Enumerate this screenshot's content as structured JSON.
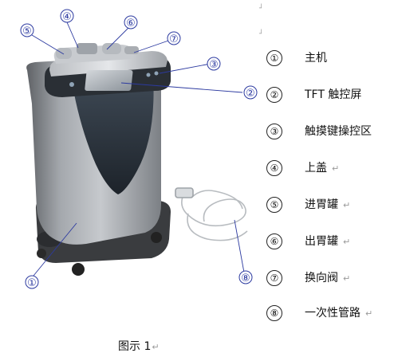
{
  "figure": {
    "callouts": [
      "①",
      "②",
      "③",
      "④",
      "⑤",
      "⑥",
      "⑦",
      "⑧"
    ]
  },
  "legend": [
    {
      "num": "①",
      "label": "主机",
      "mark": ""
    },
    {
      "num": "②",
      "label": "TFT 触控屏",
      "mark": ""
    },
    {
      "num": "③",
      "label": "触摸键操控区",
      "mark": ""
    },
    {
      "num": "④",
      "label": "上盖",
      "mark": "↵"
    },
    {
      "num": "⑤",
      "label": "进胃罐",
      "mark": "↵"
    },
    {
      "num": "⑥",
      "label": "出胃罐",
      "mark": "↵"
    },
    {
      "num": "⑦",
      "label": "换向阀",
      "mark": "↵"
    },
    {
      "num": "⑧",
      "label": "一次性管路",
      "mark": "↵"
    }
  ],
  "caption": {
    "text": "图示 1",
    "mark": "↵"
  },
  "corner_marks": [
    "┘",
    "┘"
  ]
}
